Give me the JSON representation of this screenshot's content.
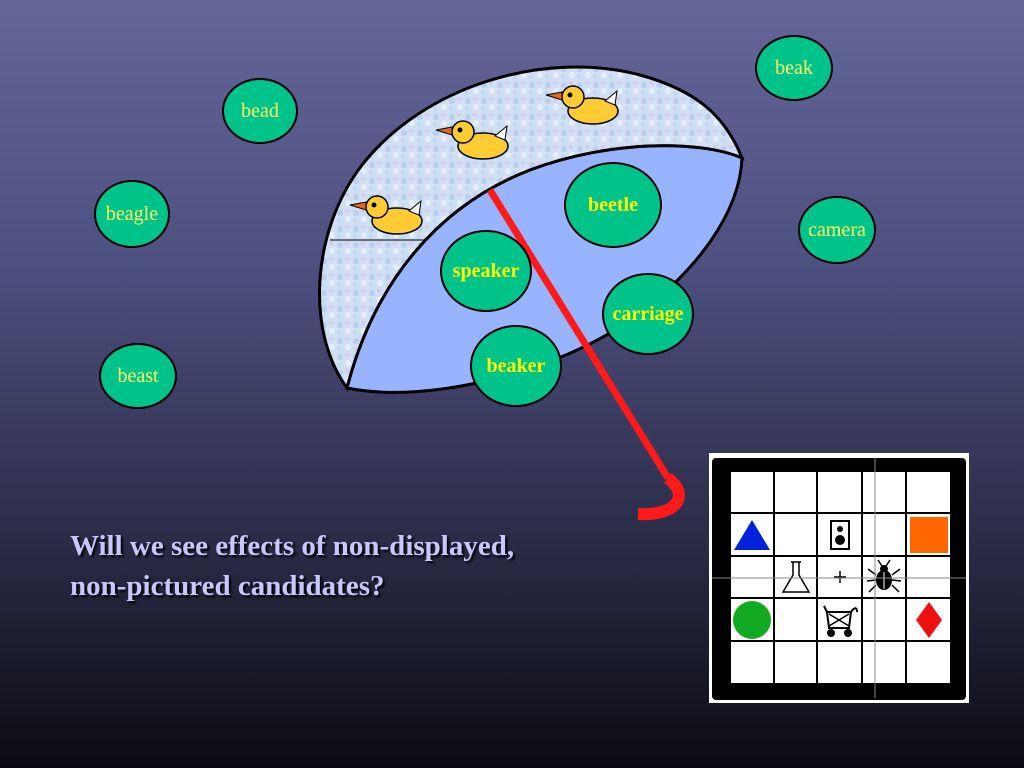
{
  "question": {
    "line1": "Will we see effects of non-displayed,",
    "line2": "non-pictured candidates?"
  },
  "outside_words": {
    "bead": "bead",
    "beak": "beak",
    "beagle": "beagle",
    "camera": "camera",
    "beast": "beast"
  },
  "umbrella_words": {
    "beetle": "beetle",
    "speaker": "speaker",
    "carriage": "carriage",
    "beaker": "beaker"
  },
  "colors": {
    "bubble_fill": "#00c389",
    "outside_text": "#ffff66",
    "inside_text": "#ffff00",
    "umbrella_underside": "#99b4ff",
    "umbrella_handle": "#ff1a1a",
    "duck_body": "#ffcc33",
    "question_text": "#c8c8ff"
  },
  "display_grid": {
    "rows": 5,
    "cols": 5,
    "pictures": [
      {
        "row": 2,
        "col": 1,
        "icon": "blue-triangle-icon"
      },
      {
        "row": 2,
        "col": 3,
        "icon": "speaker-icon"
      },
      {
        "row": 2,
        "col": 5,
        "icon": "orange-square-icon"
      },
      {
        "row": 3,
        "col": 2,
        "icon": "beaker-icon"
      },
      {
        "row": 3,
        "col": 3,
        "icon": "fixation-cross-icon"
      },
      {
        "row": 3,
        "col": 4,
        "icon": "beetle-icon"
      },
      {
        "row": 4,
        "col": 1,
        "icon": "green-circle-icon"
      },
      {
        "row": 4,
        "col": 3,
        "icon": "carriage-icon"
      },
      {
        "row": 4,
        "col": 5,
        "icon": "red-diamond-icon"
      }
    ]
  }
}
